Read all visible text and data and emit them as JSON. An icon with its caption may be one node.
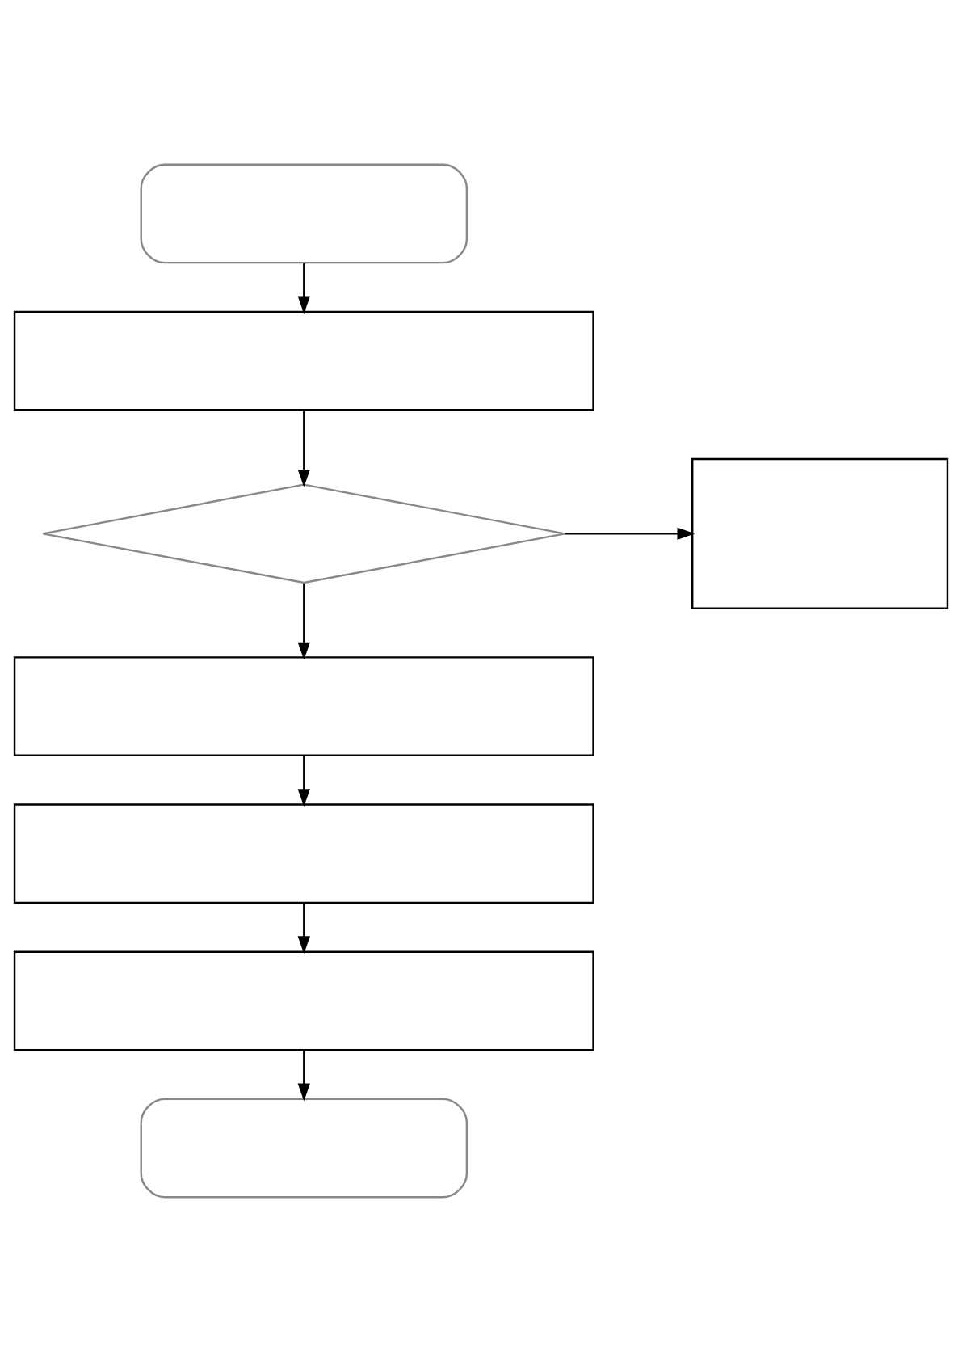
{
  "diagram": {
    "nodes": [
      {
        "text": [],
        "shape": "oval"
      },
      {
        "text": [],
        "shape": "box"
      },
      {
        "text": [],
        "shape": "diamond"
      },
      {
        "text": [],
        "shape": "box"
      },
      {
        "text": [],
        "shape": "box"
      },
      {
        "text": [],
        "shape": "box"
      },
      {
        "text": [],
        "shape": "box"
      },
      {
        "text": [],
        "shape": "oval"
      }
    ],
    "edges": [
      {
        "from": 0,
        "to": 1,
        "arrow": "to"
      },
      {
        "from": 1,
        "to": 2,
        "arrow": "to"
      },
      {
        "from": 2,
        "to": 3,
        "arrow": "to"
      },
      {
        "from": 2,
        "to": 4,
        "arrow": "to"
      },
      {
        "from": 4,
        "to": 5,
        "arrow": "to"
      },
      {
        "from": 5,
        "to": 6,
        "arrow": "to"
      },
      {
        "from": 6,
        "to": 7,
        "arrow": "to"
      }
    ]
  }
}
